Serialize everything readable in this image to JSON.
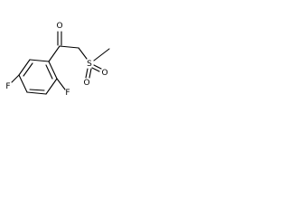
{
  "molecule": {
    "atoms": {
      "carbonyl_oxygen": "O",
      "sulfur": "S",
      "sulfonyl_oxygen_1": "O",
      "sulfonyl_oxygen_2": "O",
      "fluorine_ortho": "F",
      "fluorine_para": "F"
    }
  }
}
